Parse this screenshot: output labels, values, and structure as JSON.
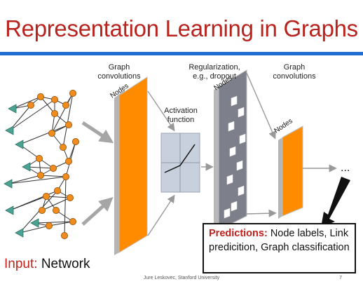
{
  "title": "Representation Learning in Graphs",
  "labels": {
    "graph_conv_1": "Graph\nconvolutions",
    "activation": "Activation\nfunction",
    "regularization": "Regularization,\ne.g., dropout",
    "graph_conv_2": "Graph\nconvolutions",
    "nodes": "Nodes",
    "ellipsis": "..."
  },
  "input_label": {
    "prefix": "Input:",
    "text": "Network"
  },
  "predictions": {
    "heading": "Predictions:",
    "text": "Node labels, Link predicition, Graph classification"
  },
  "footer": "Jure Leskovec, Stanford University",
  "page_number": "7",
  "colors": {
    "title": "#b8231e",
    "rule": "#1f6fd1",
    "layer_orange": "#ff8c00",
    "network_node": "#f08c1e",
    "network_triangle": "#4aa393",
    "dropout_gray": "#7d808a",
    "accent_red": "#c0211a"
  }
}
